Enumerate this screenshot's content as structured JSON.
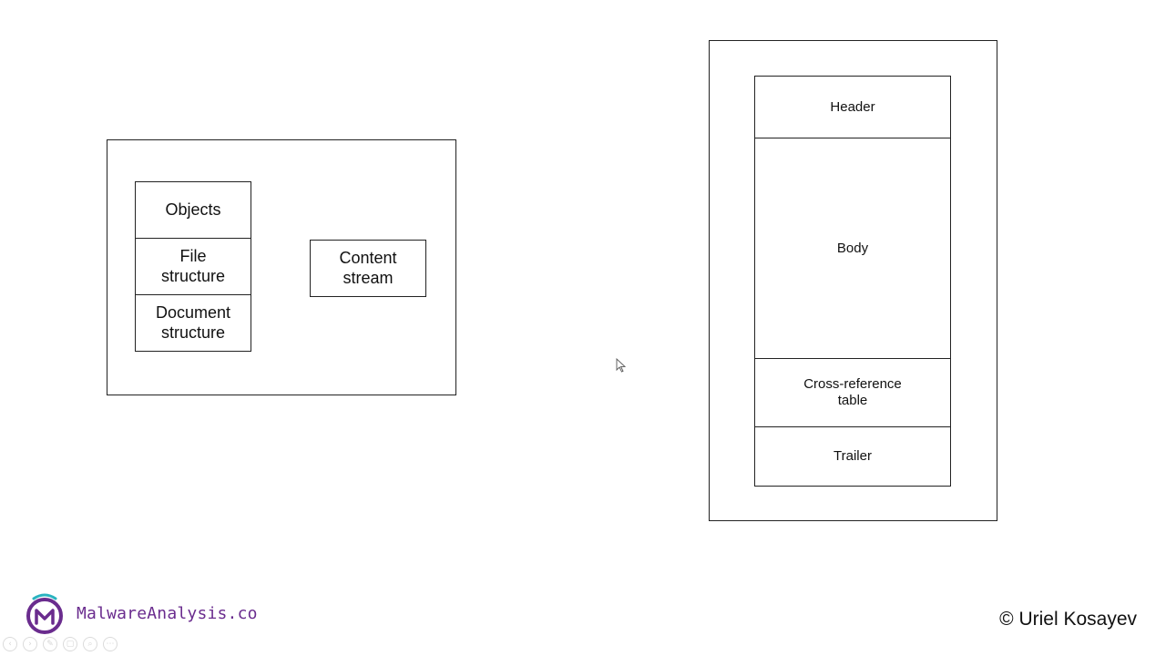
{
  "left_diagram": {
    "stack": [
      "Objects",
      "File\nstructure",
      "Document\nstructure"
    ],
    "content_stream": "Content\nstream"
  },
  "right_diagram": {
    "sections": [
      "Header",
      "Body",
      "Cross-reference\ntable",
      "Trailer"
    ]
  },
  "footer": {
    "brand": "MalwareAnalysis.co",
    "copyright": "© Uriel Kosayev",
    "controls": [
      {
        "icon": "previous-icon",
        "glyph": "‹"
      },
      {
        "icon": "next-icon",
        "glyph": "›"
      },
      {
        "icon": "pen-icon",
        "glyph": "✎"
      },
      {
        "icon": "slides-icon",
        "glyph": "▢"
      },
      {
        "icon": "zoom-icon",
        "glyph": "⌕"
      },
      {
        "icon": "more-icon",
        "glyph": "⋯"
      }
    ]
  },
  "colors": {
    "line": "#222222",
    "brand_purple": "#6a2c8e",
    "brand_teal": "#2bb3c0"
  }
}
